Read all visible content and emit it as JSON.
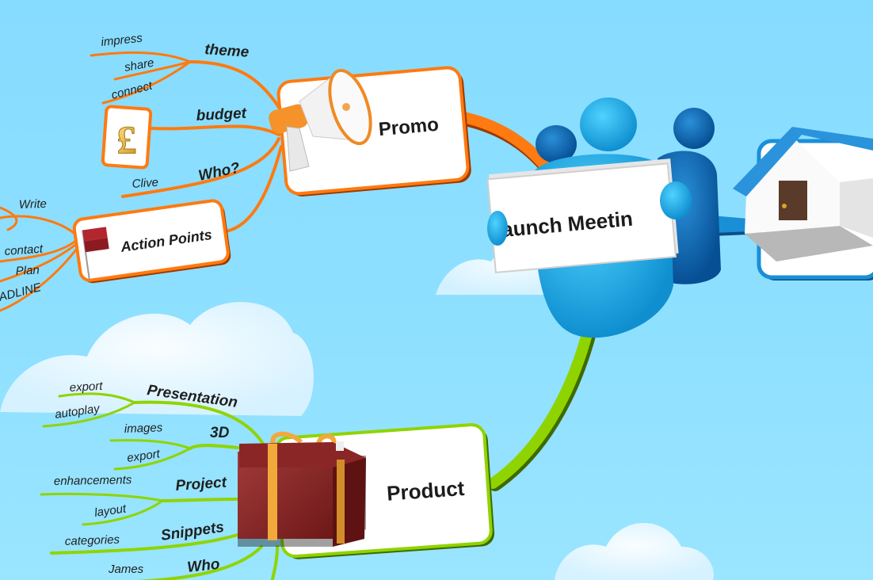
{
  "mindmap": {
    "central": {
      "label": "Launch Meeting",
      "visible_label": "aunch Meetin",
      "icon": "people-holding-sign-icon"
    },
    "colors": {
      "sky": "#86dcff",
      "promo_branch": "#ff7a10",
      "promo_branch_shadow": "#9c3a00",
      "product_branch": "#8fd400",
      "product_branch_shadow": "#3f6a00",
      "home_branch": "#1a8fd8",
      "people_light": "#1fb8f0",
      "people_dark": "#0a6fba",
      "gift_box": "#8b2424",
      "gift_ribbon": "#f2a93b"
    },
    "branches": {
      "promo": {
        "label": "Promo",
        "icon": "megaphone-icon",
        "children": [
          {
            "label": "theme",
            "children": [
              "impress",
              "share",
              "connect"
            ]
          },
          {
            "label": "budget",
            "icon": "pound-sign-icon",
            "children": []
          },
          {
            "label": "Who?",
            "children": [
              "Clive"
            ]
          },
          {
            "label": "Action Points",
            "icon": "red-flag-icon",
            "children": [
              "Write",
              "contact",
              "Plan",
              "HEADLINE"
            ],
            "visible_children": [
              "Write",
              "contact",
              "Plan",
              "ADLINE"
            ]
          }
        ]
      },
      "product": {
        "label": "Product",
        "icon": "gift-box-icon",
        "children": [
          {
            "label": "Presentation",
            "children": [
              "export",
              "autoplay"
            ]
          },
          {
            "label": "3D",
            "children": [
              "images",
              "export"
            ]
          },
          {
            "label": "Project",
            "children": [
              "enhancements",
              "layout"
            ]
          },
          {
            "label": "Snippets",
            "children": [
              "categories"
            ]
          },
          {
            "label": "Who",
            "children": [
              "James"
            ]
          }
        ]
      },
      "home": {
        "label": "",
        "icon": "house-icon"
      }
    }
  }
}
